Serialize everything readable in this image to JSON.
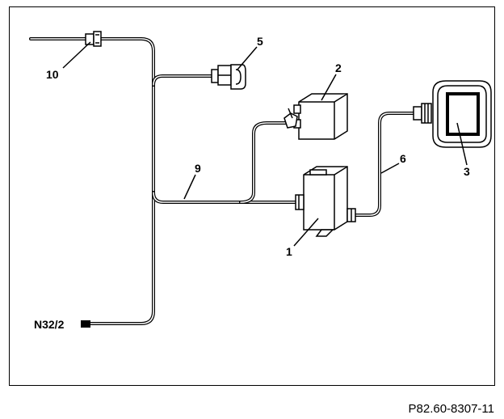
{
  "diagram": {
    "labels": {
      "c1": "1",
      "c2": "2",
      "c3": "3",
      "c5": "5",
      "c6": "6",
      "c9": "9",
      "c10": "10",
      "n32": "N32/2"
    },
    "reference": "P82.60-8307-11"
  }
}
